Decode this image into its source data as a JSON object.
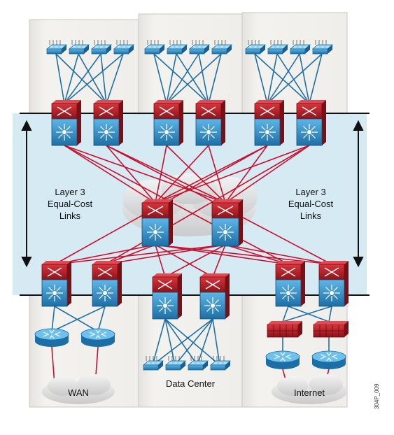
{
  "labels": {
    "layer3_left": [
      "Layer 3",
      "Equal-Cost",
      "Links"
    ],
    "layer3_right": [
      "Layer 3",
      "Equal-Cost",
      "Links"
    ],
    "wan": "WAN",
    "data_center": "Data Center",
    "internet": "Internet",
    "figure_id": "304P_009"
  },
  "colors": {
    "layer3_band": "#cfe6f2",
    "link_red": "#c8102e",
    "link_blue": "#1f6fa8",
    "switch_red": "#b01c26",
    "switch_blue": "#2a8cc8",
    "panel": "#f0efeb",
    "panel_shadow": "#d6d5d1"
  }
}
